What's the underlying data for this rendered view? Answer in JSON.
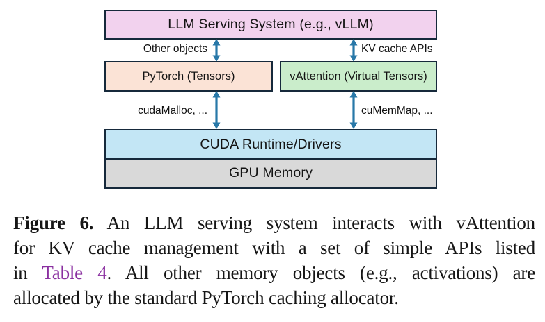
{
  "diagram": {
    "border_color": "#16293b",
    "arrow_color": "#2878a8",
    "boxes": {
      "llm": {
        "label": "LLM Serving System (e.g., vLLM)",
        "fill": "#f2d2ee"
      },
      "pytorch": {
        "label": "PyTorch (Tensors)",
        "fill": "#fbe3d6"
      },
      "vattention": {
        "label": "vAttention (Virtual Tensors)",
        "fill": "#caedcb"
      },
      "cuda_runtime": {
        "label": "CUDA Runtime/Drivers",
        "fill": "#c3e6f5"
      },
      "gpu_memory": {
        "label": "GPU Memory",
        "fill": "#d9d9d9"
      }
    },
    "edge_labels": {
      "other_objects": "Other objects",
      "kv_cache_apis": "KV cache APIs",
      "cudamalloc": "cudaMalloc, ...",
      "cumemmap": "cuMemMap, ..."
    }
  },
  "caption": {
    "link_color": "#8a2fa0",
    "line1_bold": "Figure 6.",
    "line1_rest": " An LLM serving system interacts with vAttention",
    "line2": "for KV cache management with a set of simple APIs listed",
    "line3_before": "in ",
    "line3_link": "Table 4",
    "line3_after": ". All other memory objects (e.g., activations) are",
    "line4": "allocated by the standard PyTorch caching allocator."
  }
}
